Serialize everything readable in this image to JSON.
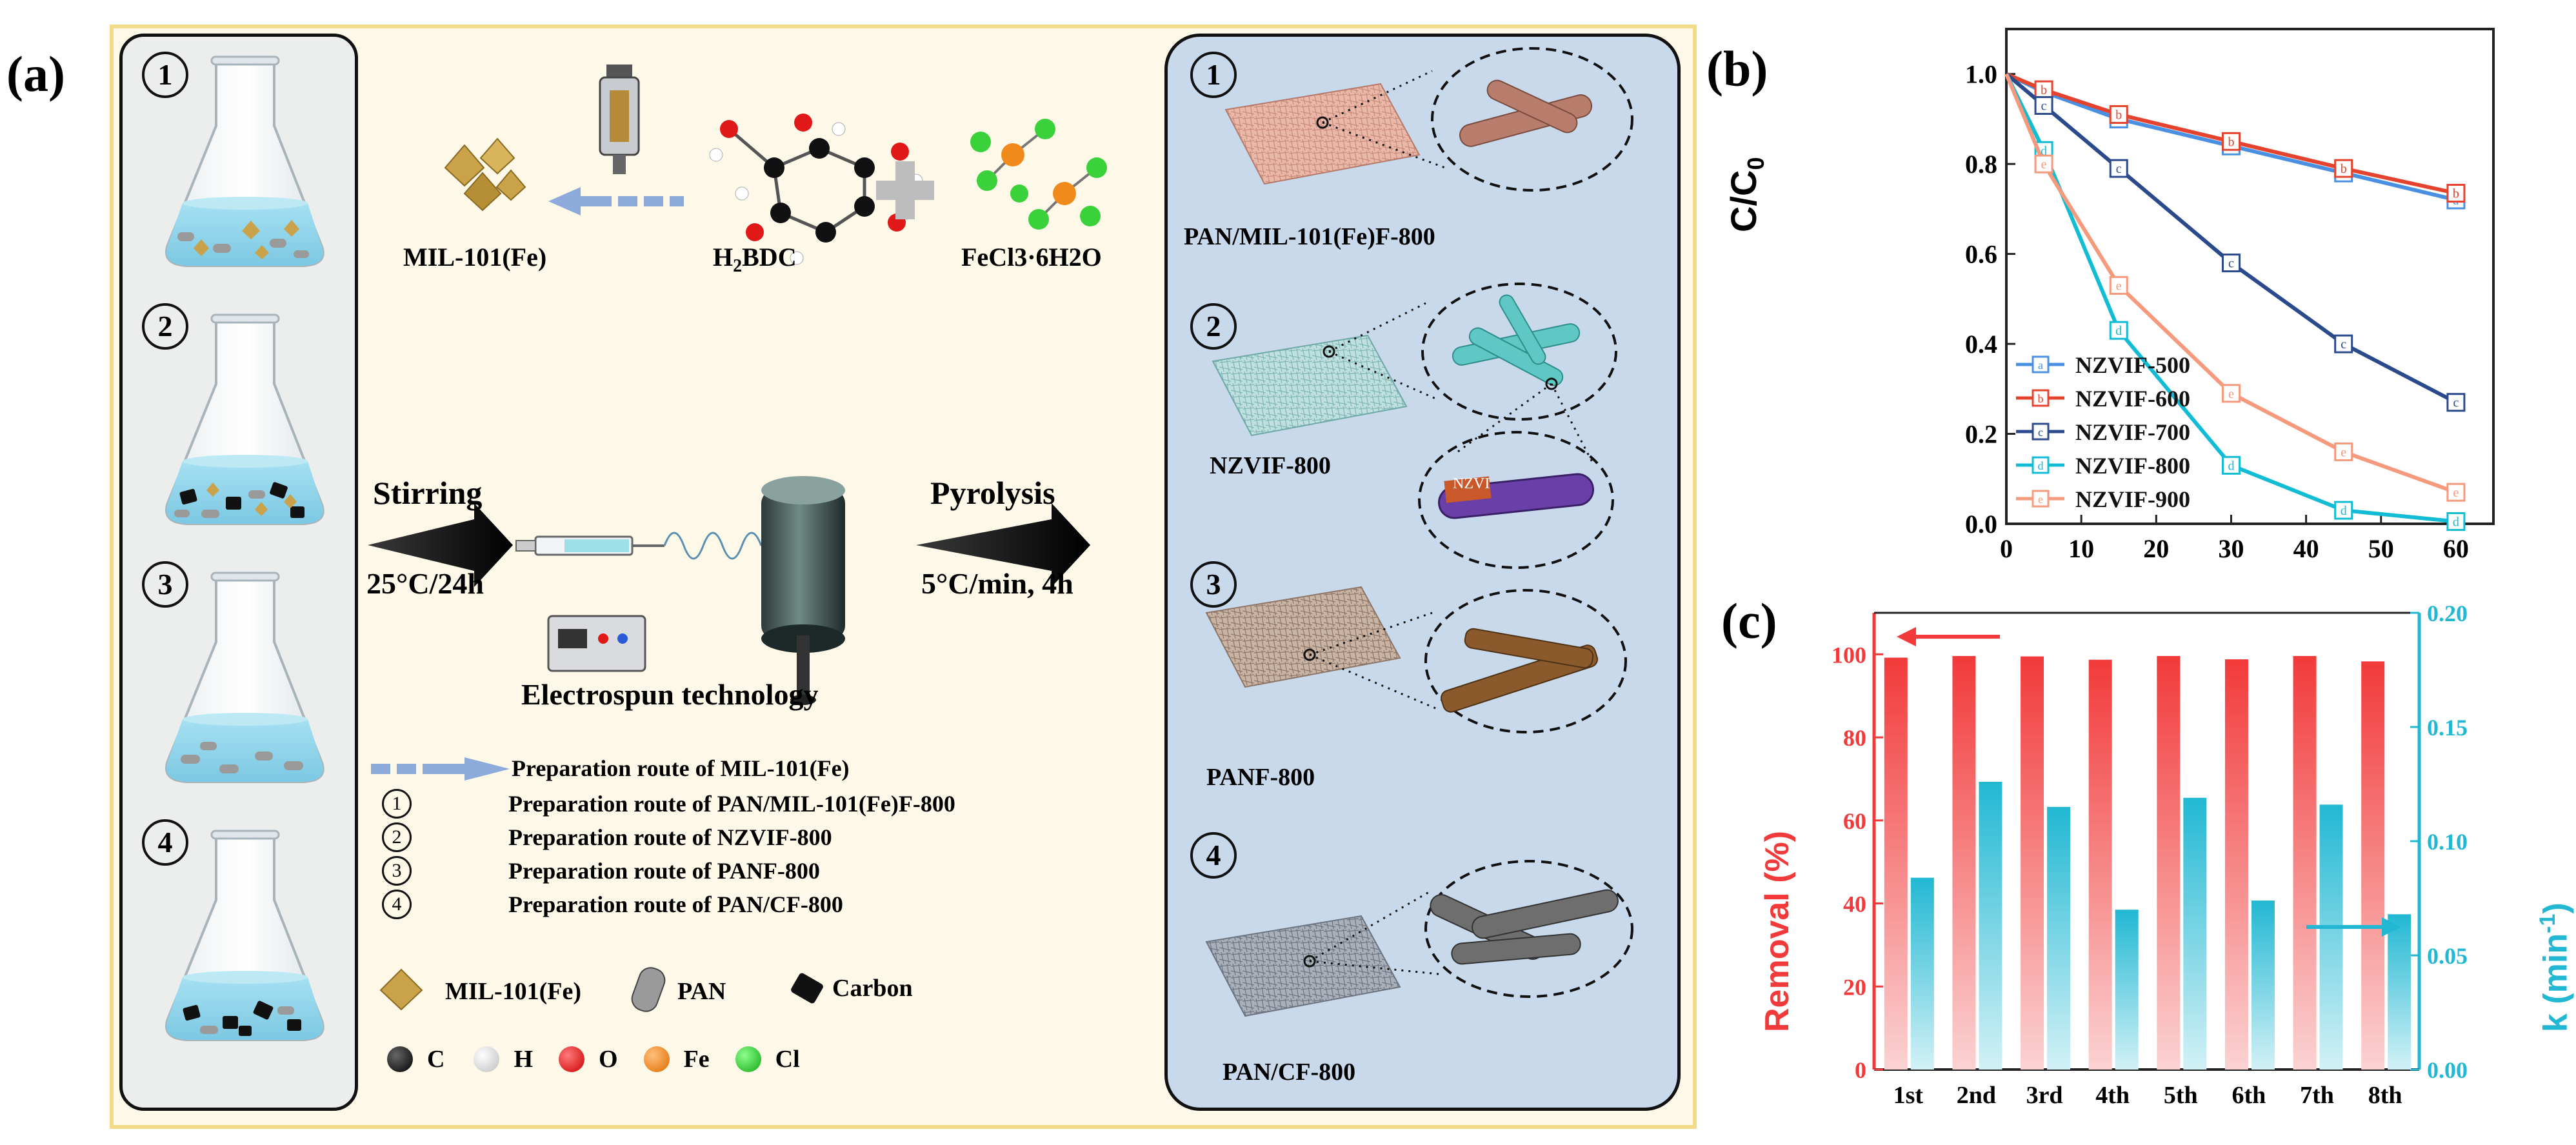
{
  "panel_a": {
    "letter": "(a)",
    "stage_numbers": [
      "1",
      "2",
      "3",
      "4"
    ],
    "reagents": {
      "product": "MIL-101(Fe)",
      "linker": "H2BDC",
      "linker_sub": "2",
      "metal_salt": "FeCl3·6H2O"
    },
    "process": {
      "stirring_label": "Stirring",
      "stirring_cond": "25°C/24h",
      "electrospun_label": "Electrospun technology",
      "pyrolysis_label": "Pyrolysis",
      "pyrolysis_cond": "5°C/min, 4h"
    },
    "products": [
      "PAN/MIL-101(Fe)F-800",
      "NZVIF-800",
      "PANF-800",
      "PAN/CF-800"
    ],
    "zoom_tag": "NZVI",
    "routes": {
      "arrow_route": "Preparation route of MIL-101(Fe)",
      "items": [
        {
          "num": "1",
          "text": "Preparation route of PAN/MIL-101(Fe)F-800"
        },
        {
          "num": "2",
          "text": "Preparation route of NZVIF-800"
        },
        {
          "num": "3",
          "text": "Preparation route of PANF-800"
        },
        {
          "num": "4",
          "text": "Preparation route of PAN/CF-800"
        }
      ]
    },
    "material_legend": [
      {
        "name": "MIL-101(Fe)",
        "color": "#c9a24a"
      },
      {
        "name": "PAN",
        "color": "#9a9a9a"
      },
      {
        "name": "Carbon",
        "color": "#111111"
      }
    ],
    "atom_legend": [
      {
        "name": "C",
        "color": "#111111"
      },
      {
        "name": "H",
        "color": "#f4f4f4"
      },
      {
        "name": "O",
        "color": "#e01818"
      },
      {
        "name": "Fe",
        "color": "#f08a1a"
      },
      {
        "name": "Cl",
        "color": "#3ad13a"
      }
    ],
    "colors": {
      "background": "#fdf8e8",
      "border": "#f2dc8c",
      "left_box": "#eceeed",
      "right_box": "#c9d9ec",
      "solution": "#8fd3e8",
      "route_arrow": "#8eaadb"
    }
  },
  "chart_data": [
    {
      "panel": "(b)",
      "type": "line",
      "ylabel": "C/C0",
      "ylabel_sub": "0",
      "x": [
        0,
        5,
        15,
        30,
        45,
        60
      ],
      "xlim": [
        0,
        65
      ],
      "ylim": [
        0,
        1.1
      ],
      "xticks": [
        "0",
        "10",
        "20",
        "30",
        "40",
        "50",
        "60"
      ],
      "yticks": [
        "0.0",
        "0.2",
        "0.4",
        "0.6",
        "0.8",
        "1.0"
      ],
      "legend_position": "bottom-left",
      "series": [
        {
          "name": "NZVIF-500",
          "marker": "a",
          "color": "#4a90e2",
          "values": [
            1.0,
            0.96,
            0.9,
            0.84,
            0.78,
            0.72
          ]
        },
        {
          "name": "NZVIF-600",
          "marker": "b",
          "color": "#e5432d",
          "values": [
            1.0,
            0.965,
            0.91,
            0.85,
            0.79,
            0.735
          ]
        },
        {
          "name": "NZVIF-700",
          "marker": "c",
          "color": "#2b4a8c",
          "values": [
            1.0,
            0.93,
            0.79,
            0.58,
            0.4,
            0.27
          ]
        },
        {
          "name": "NZVIF-800",
          "marker": "d",
          "color": "#11bcd4",
          "values": [
            1.0,
            0.83,
            0.43,
            0.13,
            0.03,
            0.005
          ]
        },
        {
          "name": "NZVIF-900",
          "marker": "e",
          "color": "#f59a7c",
          "values": [
            1.0,
            0.8,
            0.53,
            0.29,
            0.16,
            0.07
          ]
        }
      ]
    },
    {
      "panel": "(c)",
      "type": "bar",
      "categories": [
        "1st",
        "2nd",
        "3rd",
        "4th",
        "5th",
        "6th",
        "7th",
        "8th"
      ],
      "ylabel_left": "Removal (%)",
      "ylabel_right": "k (min-1)",
      "ylabel_right_sup": "-1",
      "ylim_left": [
        0,
        110
      ],
      "ylim_right": [
        0,
        0.2
      ],
      "yticks_left": [
        "0",
        "20",
        "40",
        "60",
        "80",
        "100"
      ],
      "yticks_right": [
        "0.00",
        "0.05",
        "0.10",
        "0.15",
        "0.20"
      ],
      "series": [
        {
          "axis": "left",
          "color": "#f23a3a",
          "values": [
            99.2,
            99.6,
            99.5,
            98.7,
            99.6,
            98.8,
            99.6,
            98.3
          ]
        },
        {
          "axis": "right",
          "color": "#22b8d3",
          "values": [
            0.084,
            0.126,
            0.115,
            0.07,
            0.119,
            0.074,
            0.116,
            0.068
          ]
        }
      ]
    }
  ]
}
